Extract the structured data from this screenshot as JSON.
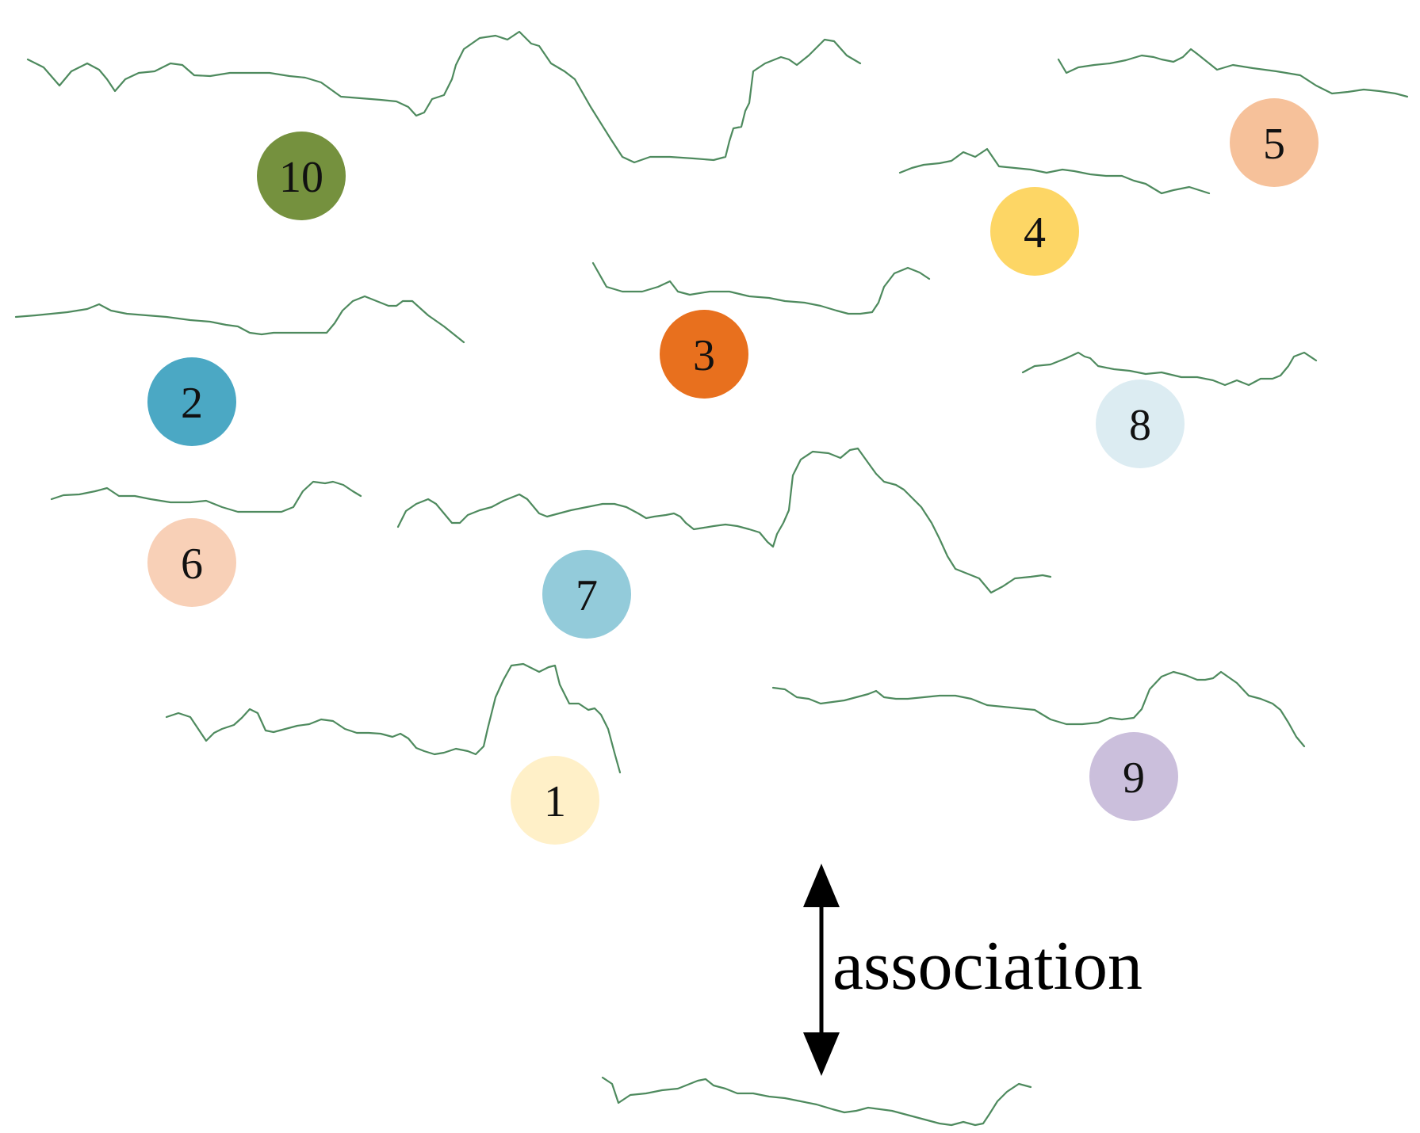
{
  "colors": {
    "waveform": "#4e8a5e",
    "arrow": "#000000",
    "label": "#111111"
  },
  "nodes": [
    {
      "id": "1",
      "label": "1",
      "color": "#fff0c8"
    },
    {
      "id": "2",
      "label": "2",
      "color": "#4ba8c4"
    },
    {
      "id": "3",
      "label": "3",
      "color": "#e8701e"
    },
    {
      "id": "4",
      "label": "4",
      "color": "#fdd665"
    },
    {
      "id": "5",
      "label": "5",
      "color": "#f6c19a"
    },
    {
      "id": "6",
      "label": "6",
      "color": "#f8d0b7"
    },
    {
      "id": "7",
      "label": "7",
      "color": "#93cbda"
    },
    {
      "id": "8",
      "label": "8",
      "color": "#dcecf2"
    },
    {
      "id": "9",
      "label": "9",
      "color": "#cbbfdc"
    },
    {
      "id": "10",
      "label": "10",
      "color": "#75913e"
    }
  ],
  "association": {
    "label": "association",
    "arrow": "double-headed-vertical-arrow"
  }
}
